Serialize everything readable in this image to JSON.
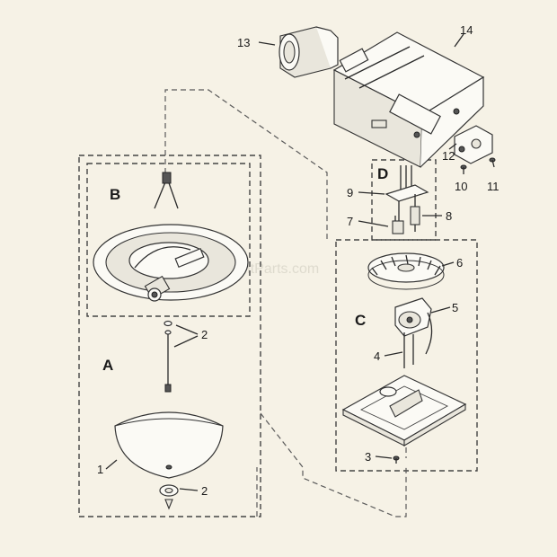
{
  "groups": {
    "a": "A",
    "b": "B",
    "c": "C",
    "d": "D"
  },
  "callouts": {
    "p1": "1",
    "p2_top": "2",
    "p2_bottom": "2",
    "p3": "3",
    "p4": "4",
    "p5": "5",
    "p6": "6",
    "p7": "7",
    "p8": "8",
    "p9": "9",
    "p10": "10",
    "p11": "11",
    "p12": "12",
    "p13": "13",
    "p14": "14"
  },
  "watermark": "eReplacementParts.com"
}
